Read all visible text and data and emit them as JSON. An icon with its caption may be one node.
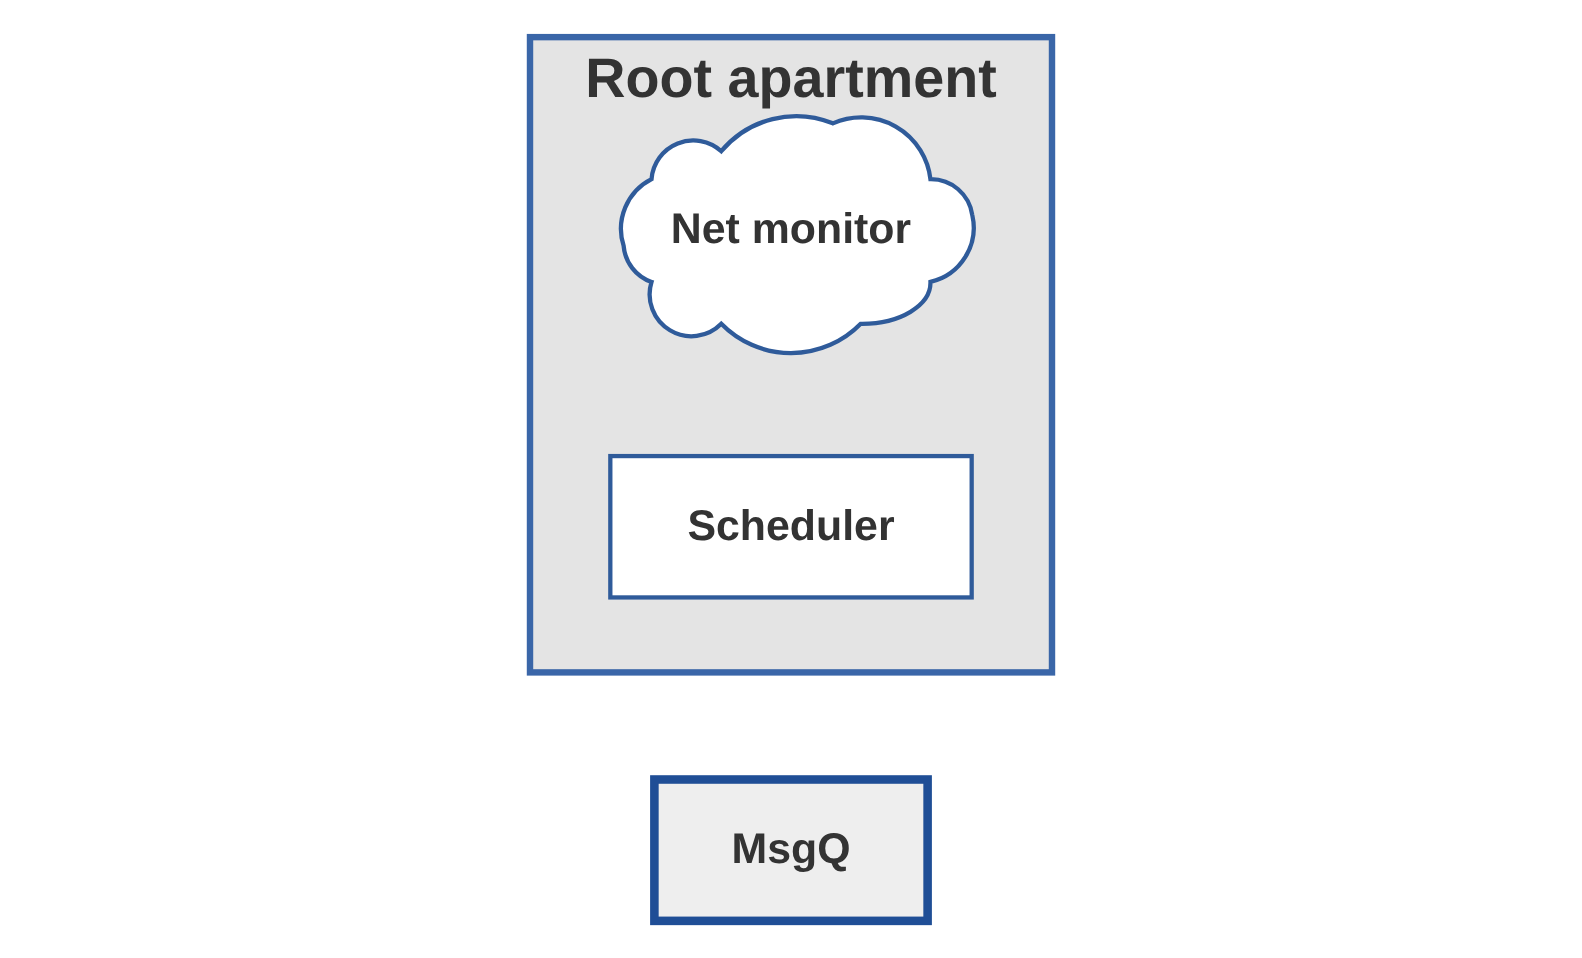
{
  "diagram": {
    "nodes": [
      {
        "text": [
          "Root apartment"
        ]
      },
      {
        "text": [
          "Net monitor"
        ],
        "in": 0
      },
      {
        "text": [
          "Scheduler"
        ],
        "in": 0
      },
      {
        "text": [
          "MsgQ"
        ]
      }
    ],
    "edges": []
  }
}
